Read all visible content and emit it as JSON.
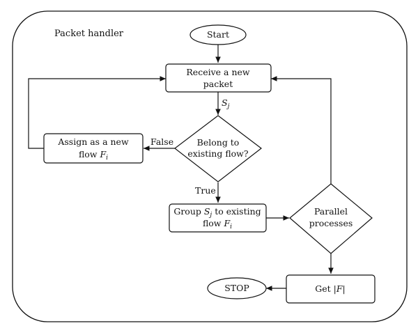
{
  "title": "Packet handler",
  "nodes": {
    "start": {
      "text": "Start"
    },
    "receive": {
      "line1": "Receive a new",
      "line2": "packet"
    },
    "belong": {
      "line1": "Belong to",
      "line2": "existing flow?"
    },
    "assign": {
      "line1": "Assign as a new",
      "line2_prefix": "flow ",
      "var": "F",
      "sub": "i"
    },
    "group": {
      "line1_prefix": "Group ",
      "var": "S",
      "sub": "j",
      "line1_suffix": " to existing",
      "line2_prefix": "flow ",
      "var2": "F",
      "sub2": "i"
    },
    "parallel": {
      "line1": "Parallel",
      "line2": "processes"
    },
    "get": {
      "prefix": "Get |",
      "var": "F",
      "suffix": "|"
    },
    "stop": {
      "text": "STOP"
    }
  },
  "edges": {
    "receive_to_belong": {
      "var": "S",
      "sub": "j"
    },
    "belong_false": {
      "label": "False"
    },
    "belong_true": {
      "label": "True"
    }
  },
  "colors": {
    "stroke": "#111111",
    "fill": "#ffffff"
  }
}
